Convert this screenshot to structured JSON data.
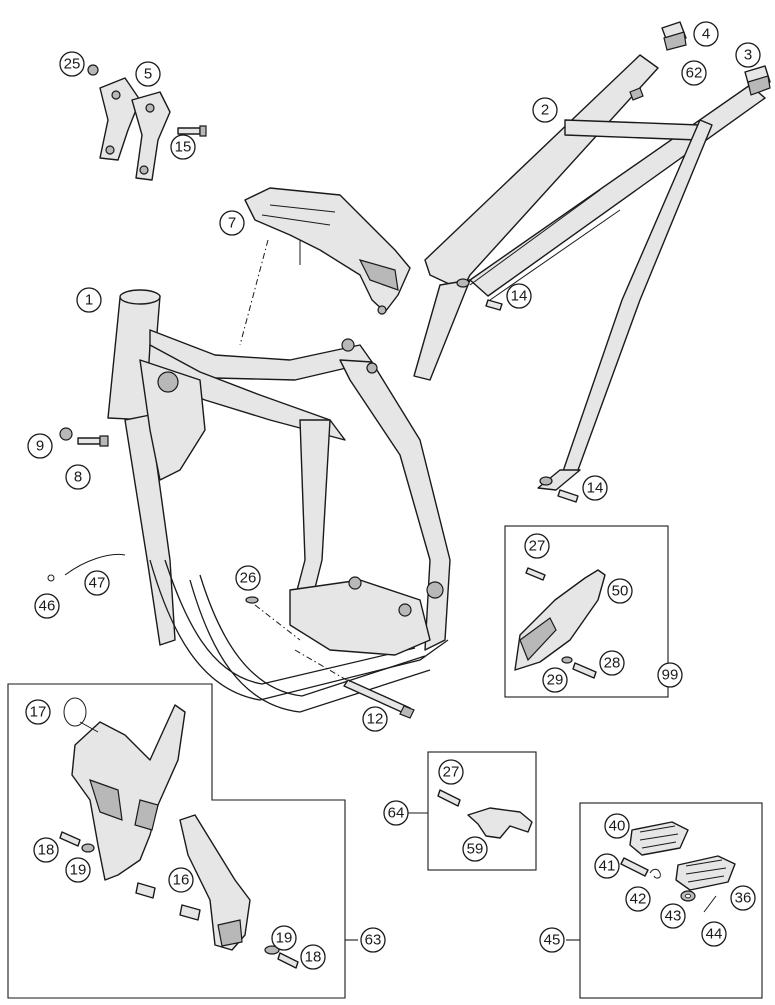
{
  "callouts": {
    "c1": "1",
    "c2": "2",
    "c3": "3",
    "c4": "4",
    "c5": "5",
    "c7": "7",
    "c8": "8",
    "c9": "9",
    "c12": "12",
    "c14a": "14",
    "c14b": "14",
    "c15": "15",
    "c16": "16",
    "c17": "17",
    "c18a": "18",
    "c18b": "18",
    "c19a": "19",
    "c19b": "19",
    "c25": "25",
    "c26": "26",
    "c27a": "27",
    "c27b": "27",
    "c28": "28",
    "c29": "29",
    "c36": "36",
    "c40": "40",
    "c41": "41",
    "c42": "42",
    "c43": "43",
    "c44": "44",
    "c45": "45",
    "c46": "46",
    "c47": "47",
    "c50": "50",
    "c59": "59",
    "c62": "62",
    "c63": "63",
    "c64": "64",
    "c99": "99"
  }
}
